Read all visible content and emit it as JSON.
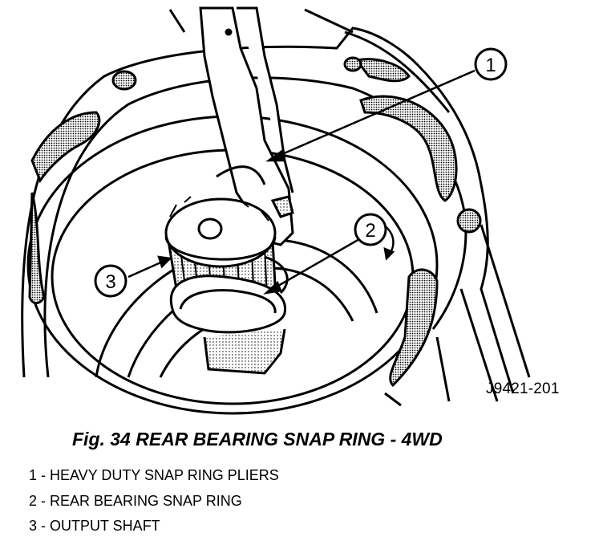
{
  "figure": {
    "code": "J9421-201",
    "caption": "Fig. 34 REAR BEARING SNAP RING - 4WD"
  },
  "callouts": [
    "1",
    "2",
    "3"
  ],
  "legend": [
    "1 - HEAVY DUTY SNAP RING PLIERS",
    "2 - REAR BEARING SNAP RING",
    "3 - OUTPUT SHAFT"
  ]
}
